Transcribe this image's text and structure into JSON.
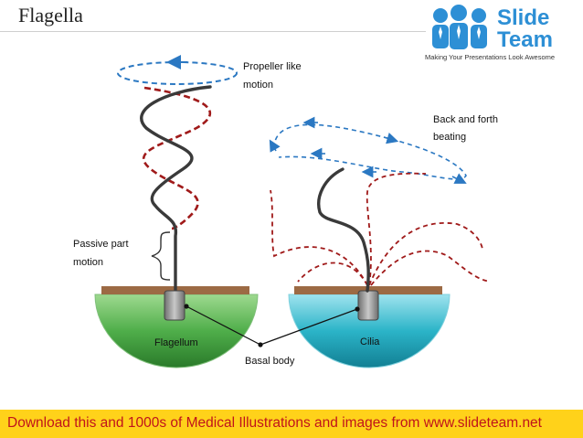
{
  "title": "Flagella",
  "logo": {
    "brand_line1": "Slide",
    "brand_line2": "Team",
    "tagline": "Making Your Presentations Look Awesome"
  },
  "labels": {
    "propeller_line1": "Propeller like",
    "propeller_line2": "motion",
    "back_forth_line1": "Back and forth",
    "back_forth_line2": "beating",
    "passive_line1": "Passive part",
    "passive_line2": "motion",
    "flagellum": "Flagellum",
    "cilia": "Cilia",
    "basal_body": "Basal body"
  },
  "footer": {
    "text": "Download this and 1000s of Medical Illustrations and images from www.slideteam.net"
  },
  "colors": {
    "flagellum_cell": "#4fae4a",
    "cilia_cell": "#2bb4c8",
    "membrane": "#9c6a44",
    "motion_blue": "#2b78c2",
    "motion_red": "#a01a1a",
    "footer_bg": "#ffd21a",
    "footer_text": "#c0141b",
    "brand": "#2d8fd5"
  }
}
